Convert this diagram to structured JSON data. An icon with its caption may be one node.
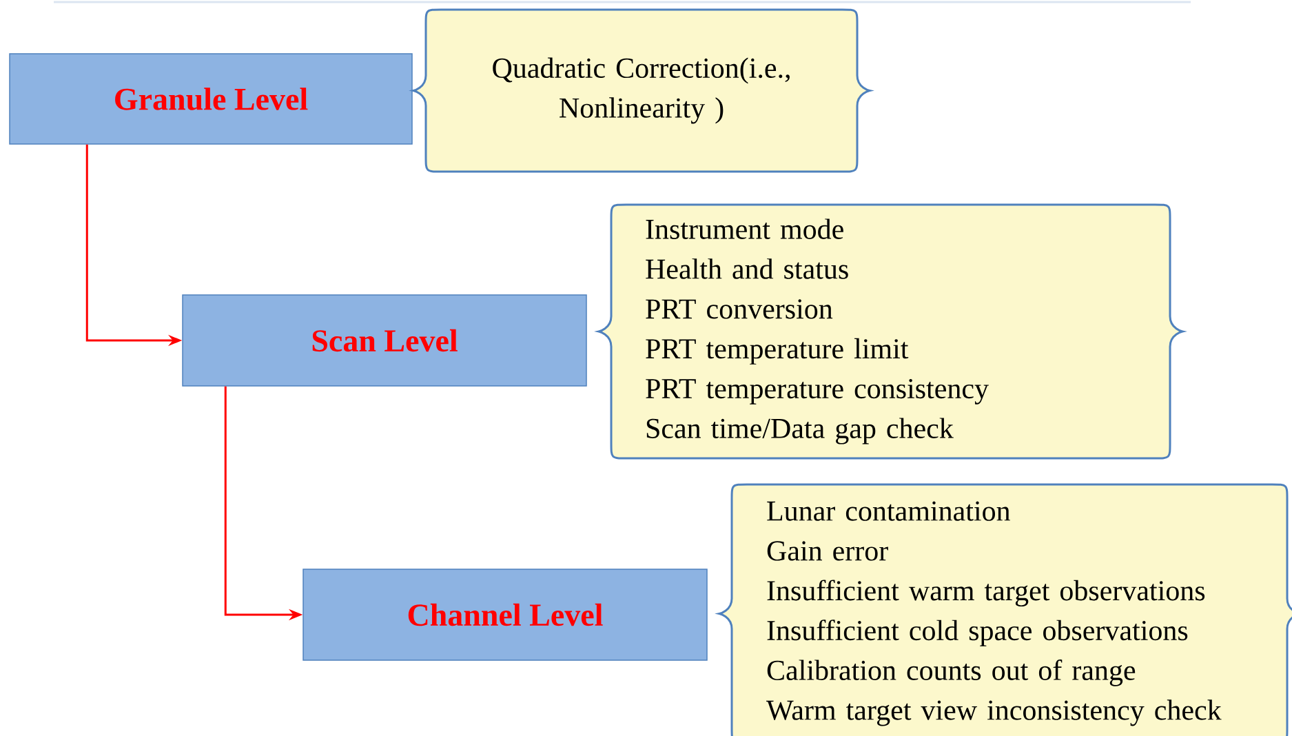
{
  "diagram": {
    "nodes": [
      {
        "text": [
          "Granule Level"
        ]
      },
      {
        "text": [
          "Quadratic Correction(i.e., Nonlinearity )"
        ]
      },
      {
        "text": [
          "Scan Level"
        ]
      },
      {
        "text": [
          "Instrument mode",
          "Health and status",
          "PRT conversion",
          "PRT temperature limit",
          "PRT temperature consistency",
          "Scan time/Data gap check"
        ]
      },
      {
        "text": [
          "Channel Level"
        ]
      },
      {
        "text": [
          "Lunar contamination",
          "Gain error",
          "Insufficient warm target observations",
          "Insufficient cold space observations",
          "Calibration counts out of range",
          "Warm target view inconsistency check"
        ]
      }
    ],
    "edges": [
      {
        "from": 0,
        "to": 2,
        "arrow": "to"
      },
      {
        "from": 2,
        "to": 4,
        "arrow": "to"
      }
    ]
  }
}
